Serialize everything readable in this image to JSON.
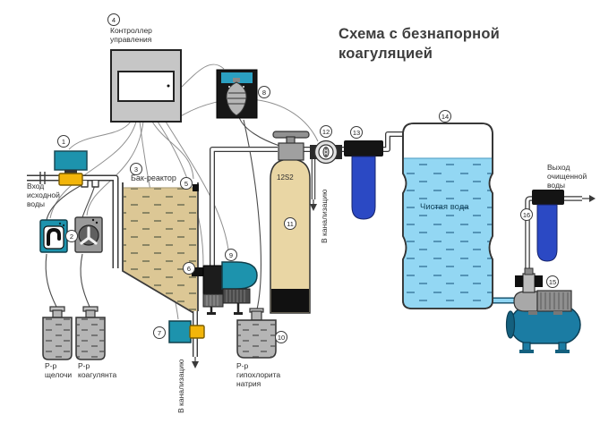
{
  "title": "Схема с безнапорной\nкоагуляцией",
  "labels": {
    "controller": "Контроллер\nуправления",
    "inlet_water": "Вход\nисходной\nводы",
    "reactor_tank": "Бак-реактор",
    "alkali_solution": "Р-р\nщелочи",
    "coagulant_solution": "Р-р\nкоагулянта",
    "hypochlorite_solution": "Р-р\nгипохлорита\nнатрия",
    "column_model": "12S2",
    "to_sewer_drain": "В канализацию",
    "to_sewer_flush": "В канализацию",
    "clean_water": "Чистая вода",
    "outlet_water": "Выход\nочищенной\nводы"
  },
  "badges": [
    {
      "n": "1"
    },
    {
      "n": "2"
    },
    {
      "n": "3"
    },
    {
      "n": "4"
    },
    {
      "n": "5"
    },
    {
      "n": "6"
    },
    {
      "n": "7"
    },
    {
      "n": "8"
    },
    {
      "n": "9"
    },
    {
      "n": "10"
    },
    {
      "n": "11"
    },
    {
      "n": "12"
    },
    {
      "n": "13"
    },
    {
      "n": "14"
    },
    {
      "n": "15"
    },
    {
      "n": "16"
    }
  ],
  "colors": {
    "teal": "#1d93ad",
    "yellow": "#f2b50a",
    "reactor_fill": "#dcc795",
    "column_fill": "#e9d6a4",
    "clean_water_fill": "#93d7f3",
    "filter_blue": "#2b49c4",
    "station_blue": "#1b7ca3",
    "line": "#3a3a3a"
  }
}
